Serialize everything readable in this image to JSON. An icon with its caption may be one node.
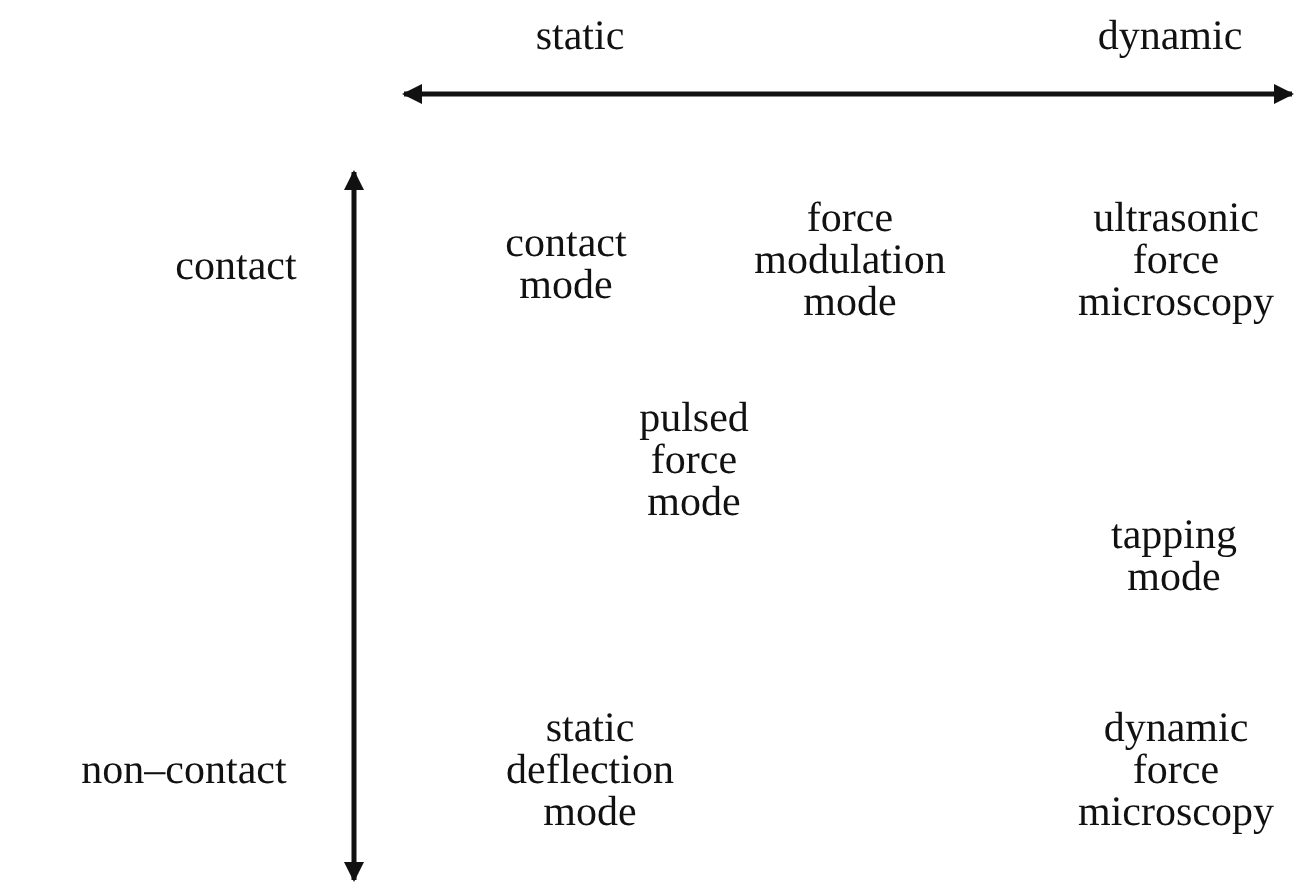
{
  "diagram": {
    "labels": [
      "static",
      "dynamic",
      "contact",
      "contact mode",
      "force modulation mode",
      "ultrasonic force microscopy",
      "pulsed force mode",
      "tapping mode",
      "non–contact",
      "static deflection mode",
      "dynamic force microscopy"
    ]
  }
}
